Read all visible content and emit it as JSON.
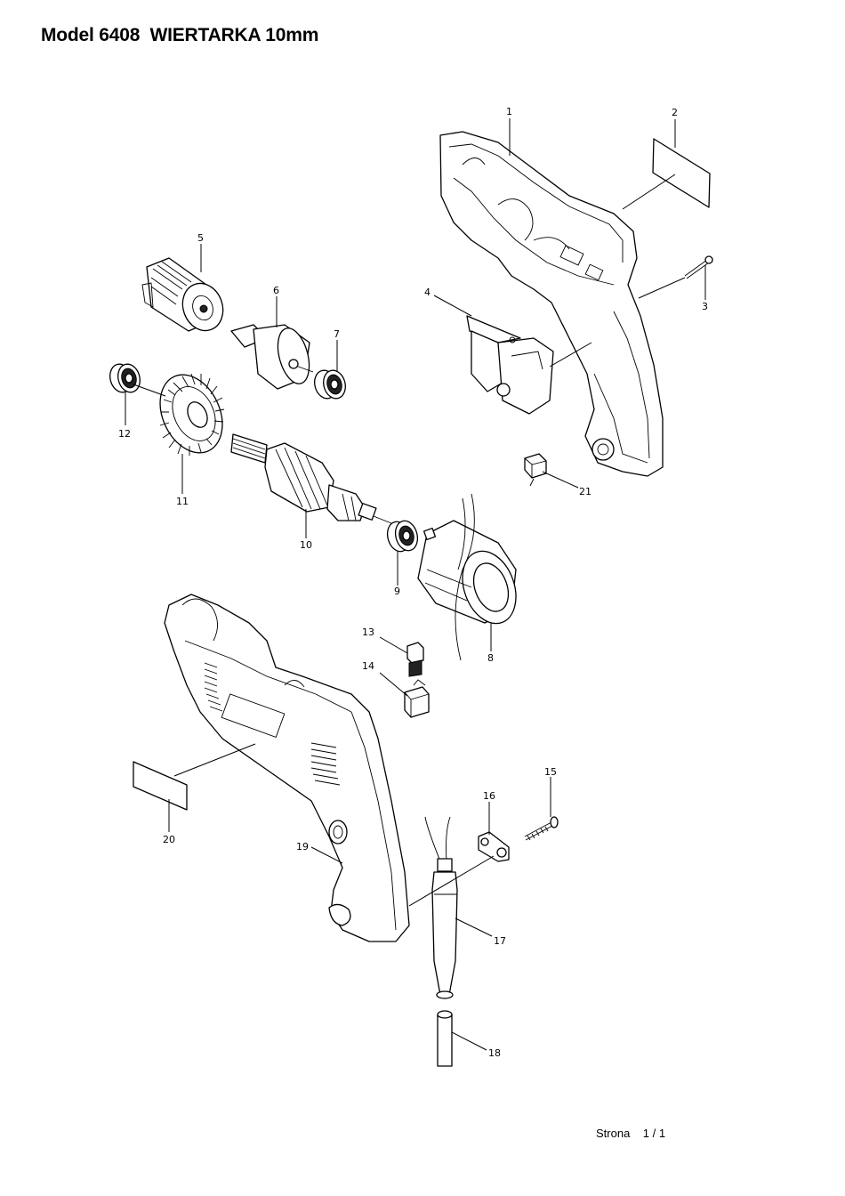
{
  "title": "Model 6408  WIERTARKA 10mm",
  "callouts": [
    {
      "id": "1",
      "label": "1"
    },
    {
      "id": "2",
      "label": "2"
    },
    {
      "id": "3",
      "label": "3"
    },
    {
      "id": "4",
      "label": "4"
    },
    {
      "id": "5",
      "label": "5"
    },
    {
      "id": "6",
      "label": "6"
    },
    {
      "id": "7",
      "label": "7"
    },
    {
      "id": "8",
      "label": "8"
    },
    {
      "id": "9",
      "label": "9"
    },
    {
      "id": "10",
      "label": "10"
    },
    {
      "id": "11",
      "label": "11"
    },
    {
      "id": "12",
      "label": "12"
    },
    {
      "id": "13",
      "label": "13"
    },
    {
      "id": "14",
      "label": "14"
    },
    {
      "id": "15",
      "label": "15"
    },
    {
      "id": "16",
      "label": "16"
    },
    {
      "id": "17",
      "label": "17"
    },
    {
      "id": "18",
      "label": "18"
    },
    {
      "id": "19",
      "label": "19"
    },
    {
      "id": "20",
      "label": "20"
    },
    {
      "id": "21",
      "label": "21"
    }
  ],
  "footer": {
    "page_word": "Strona",
    "page_number": "1 / 1"
  }
}
